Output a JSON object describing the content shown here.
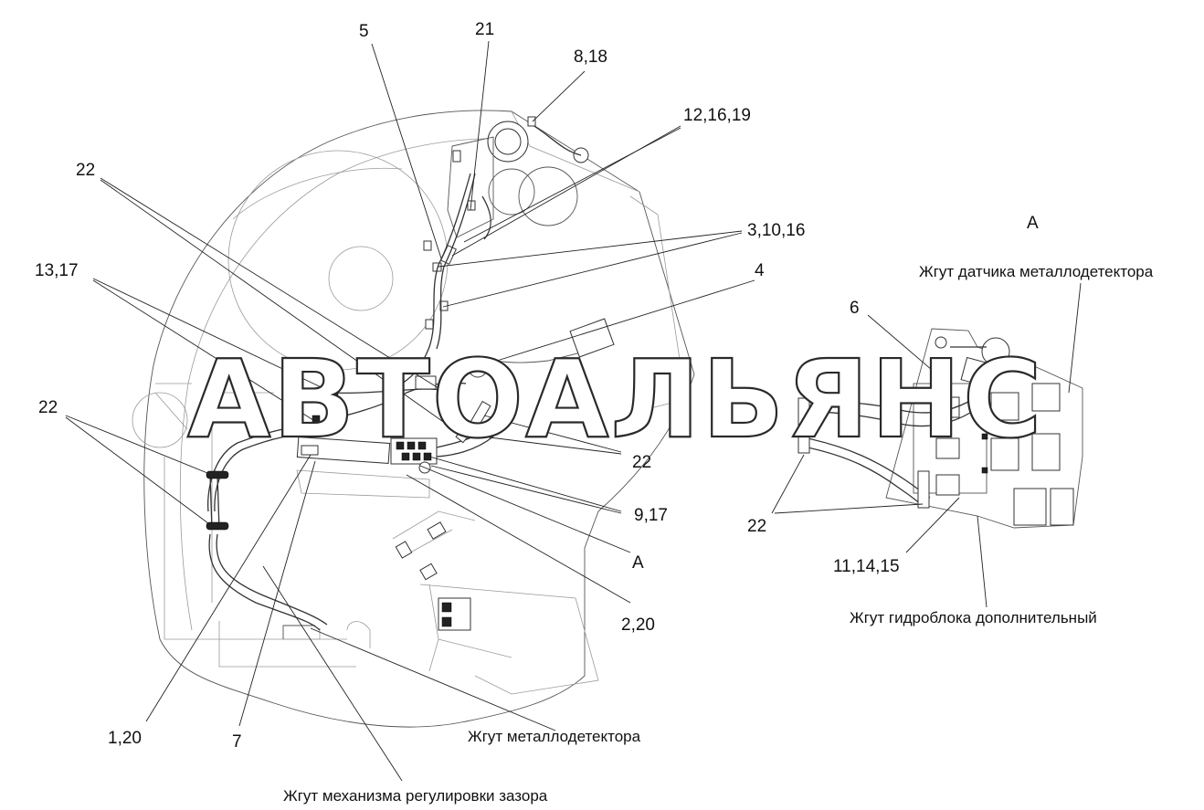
{
  "watermark": "АВТОАЛЬЯНС",
  "view_label": "А",
  "callouts": {
    "c5": "5",
    "c21": "21",
    "c8_18": "8,18",
    "c12_16_19": "12,16,19",
    "c22_top": "22",
    "c3_10_16": "3,10,16",
    "c4": "4",
    "c13_17": "13,17",
    "c22_left": "22",
    "c22_mid": "22",
    "c9_17": "9,17",
    "cA": "А",
    "c2_20": "2,20",
    "c1_20": "1,20",
    "c7": "7",
    "c6": "6",
    "c22_right": "22",
    "c11_14_15": "11,14,15"
  },
  "captions": {
    "metal_detector_sensor_harness": "Жгут датчика металлодетектора",
    "hydro_block_additional_harness": "Жгут гидроблока дополнительный",
    "metal_detector_harness": "Жгут металлодетектора",
    "gap_adjustment_harness": "Жгут механизма регулировки зазора"
  },
  "colors": {
    "line": "#333333",
    "text": "#111111",
    "background": "#ffffff"
  }
}
